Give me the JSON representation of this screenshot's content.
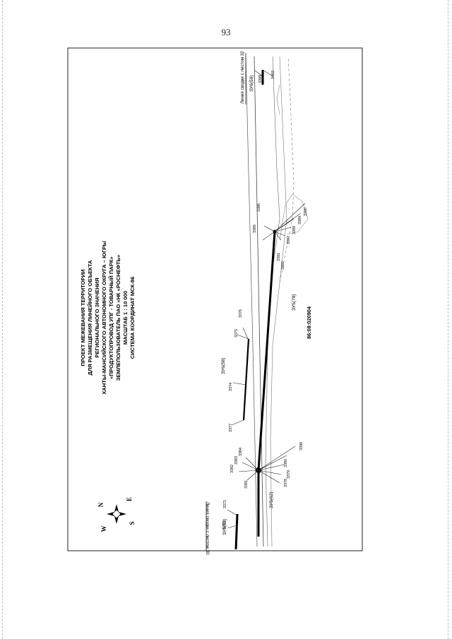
{
  "page_number": "93",
  "title_block": {
    "lines": [
      "ПРОЕКТ МЕЖЕВАНИЯ ТЕРРИТОРИИ",
      "ДЛЯ РАЗМЕЩЕНИЯ ЛИНЕЙНОГО ОБЪЕКТА",
      "РЕГИОНАЛЬНОГО ЗНАЧЕНИЯ",
      "ХАНТЫ-МАНСИЙСКОГО АВТОНОМНОГО ОКРУГА – ЮГРЫ",
      "«ПРОДУКТОПРОВОД УПГ - ТОВАРНЫЙ ПАРК»",
      "ЗЕМЛЕПОЛЬЗОВАТЕЛЬ ПАО «НК «РОСНЕФТЬ»",
      "МАСШТАБ 1 : 10 000",
      "СИСТЕМА КООРДИНАТ МСК-86"
    ]
  },
  "compass": {
    "n": "N",
    "s": "S",
    "e": "E",
    "w": "W"
  },
  "match_lines": {
    "top": "Линия сводки с листом 32",
    "bottom": "Линия сводки с листом 30"
  },
  "cadastral_block": "86:08:020904",
  "parcels": {
    "zu53": "ЗУ6(53)",
    "zu58": "ЗУ6(58)",
    "zu59": "ЗУ6(59)",
    "zu62": "ЗУ5(62)",
    "zu78": "ЗУ5(78)"
  },
  "points": {
    "p3370": "3370",
    "p3371": "3371",
    "p3374": "3374",
    "p3375": "3375",
    "p3376": "3376",
    "p3377": "3377",
    "p3378": "3378",
    "p3379": "3379",
    "p3380": "3380",
    "p3381": "3381",
    "p3382": "3382",
    "p3383": "3383",
    "p3384": "3384",
    "p3385": "3385",
    "p3386": "3386",
    "p3387": "3387",
    "p3388": "3388",
    "p3389": "3389",
    "p3390": "3390",
    "p3391": "3391",
    "p3392": "3392",
    "p3398": "3398",
    "p3399": "3399",
    "p3402": "3402"
  }
}
